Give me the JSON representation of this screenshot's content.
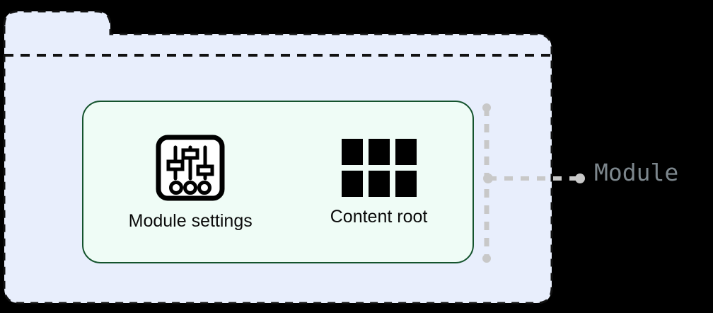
{
  "diagram": {
    "title": "Module structure folder diagram",
    "colors": {
      "canvas": "#000000",
      "folder_fill": "#e8eefc",
      "folder_border": "#111111",
      "card_fill": "#effcf6",
      "card_border": "#14532d",
      "bracket": "#c8c8c8",
      "label_text": "#7c868c",
      "node_text": "#0b0b0b",
      "icon": "#000000"
    },
    "folder": {
      "name": "module-folder",
      "shape": "folder-with-tab",
      "border_style": "dashed"
    },
    "card": {
      "name": "module-contents-card",
      "border_style": "solid"
    },
    "nodes": [
      {
        "id": "module-settings",
        "label": "Module settings",
        "icon": "sliders-icon"
      },
      {
        "id": "content-root",
        "label": "Content root",
        "icon": "grid-icon"
      }
    ],
    "annotation": {
      "id": "module-annotation",
      "label": "Module",
      "connector": "dashed-bracket",
      "bracket_style": "dashed-vertical-with-dots"
    }
  }
}
